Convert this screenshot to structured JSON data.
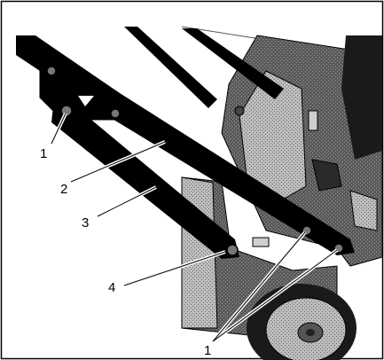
{
  "figure": {
    "callouts": [
      {
        "id": "callout-1-top",
        "text": "1"
      },
      {
        "id": "callout-2",
        "text": "2"
      },
      {
        "id": "callout-3",
        "text": "3"
      },
      {
        "id": "callout-4",
        "text": "4"
      },
      {
        "id": "callout-1-bottom",
        "text": "1"
      }
    ],
    "colors": {
      "frame": "#000000",
      "background": "#ffffff",
      "housing": "#3a3a3a",
      "housing_light": "#8a8a8a",
      "tire": "#1a1a1a"
    }
  }
}
